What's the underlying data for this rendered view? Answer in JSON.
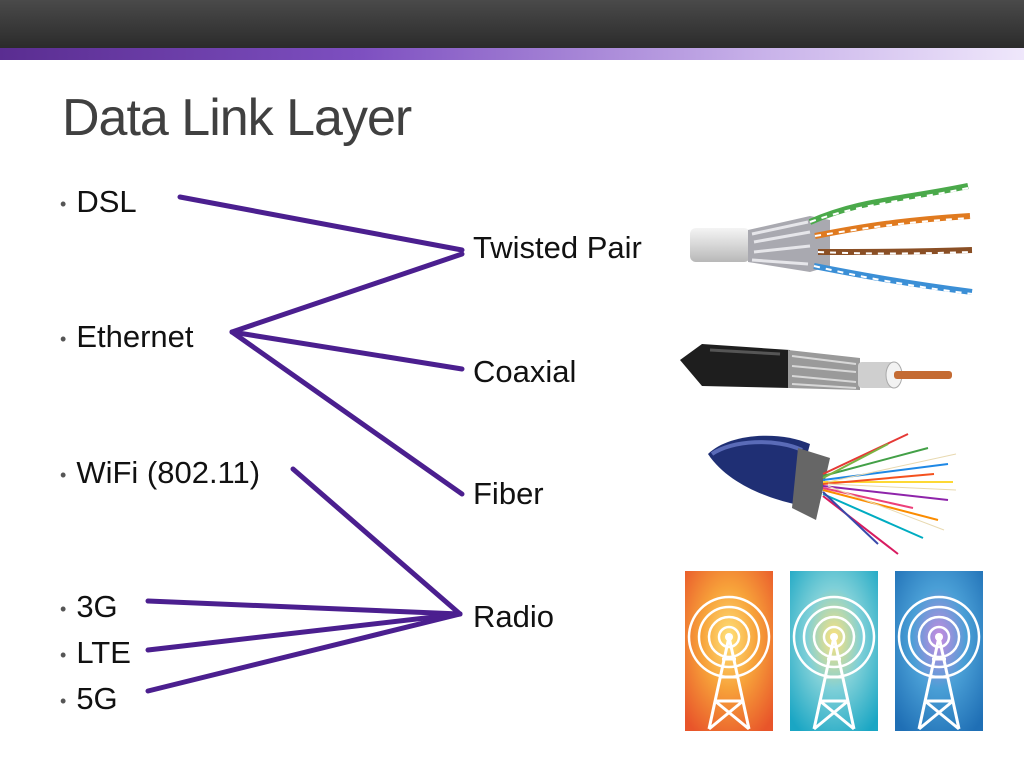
{
  "slide": {
    "title": "Data Link Layer"
  },
  "protocols": [
    {
      "id": "dsl",
      "label": "DSL"
    },
    {
      "id": "ethernet",
      "label": "Ethernet"
    },
    {
      "id": "wifi",
      "label": "WiFi (802.11)"
    },
    {
      "id": "3g",
      "label": "3G"
    },
    {
      "id": "lte",
      "label": "LTE"
    },
    {
      "id": "5g",
      "label": "5G"
    }
  ],
  "media": [
    {
      "id": "twisted-pair",
      "label": "Twisted Pair"
    },
    {
      "id": "coaxial",
      "label": "Coaxial"
    },
    {
      "id": "fiber",
      "label": "Fiber"
    },
    {
      "id": "radio",
      "label": "Radio"
    }
  ],
  "links": [
    {
      "from": "dsl",
      "to": "twisted-pair"
    },
    {
      "from": "ethernet",
      "to": "twisted-pair"
    },
    {
      "from": "ethernet",
      "to": "coaxial"
    },
    {
      "from": "ethernet",
      "to": "fiber"
    },
    {
      "from": "wifi",
      "to": "radio"
    },
    {
      "from": "3g",
      "to": "radio"
    },
    {
      "from": "lte",
      "to": "radio"
    },
    {
      "from": "5g",
      "to": "radio"
    }
  ],
  "colors": {
    "link": "#4b1f8f",
    "accent": "#5a2d91",
    "title": "#404040"
  },
  "images": [
    {
      "id": "twisted-pair-cable",
      "icon": "twisted-pair-cable-icon"
    },
    {
      "id": "coaxial-cable",
      "icon": "coaxial-cable-icon"
    },
    {
      "id": "fiber-cable",
      "icon": "fiber-optic-cable-icon"
    },
    {
      "id": "radio-towers",
      "icon": "radio-tower-icon"
    }
  ]
}
